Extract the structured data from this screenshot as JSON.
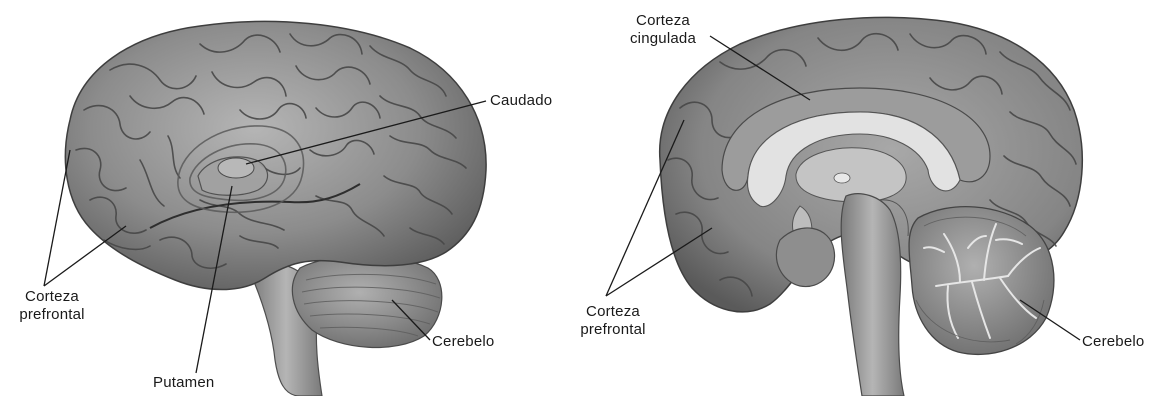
{
  "figures": [
    {
      "id": "lateral",
      "labels": {
        "caudado": "Caudado",
        "putamen": "Putamen",
        "cerebelo": "Cerebelo",
        "corteza_prefrontal": [
          "Corteza",
          "prefrontal"
        ]
      }
    },
    {
      "id": "medial",
      "labels": {
        "corteza_cingulada": [
          "Corteza",
          "cingulada"
        ],
        "corteza_prefrontal": [
          "Corteza",
          "prefrontal"
        ],
        "cerebelo": "Cerebelo"
      }
    }
  ],
  "colors": {
    "cortex": "#8a8a8a",
    "cortex_dark": "#5a5a5a",
    "cortex_light": "#b8b8b8",
    "cerebellum": "#9a9a9a",
    "white_matter": "#d9d9d9",
    "leader_line": "#1a1a1a",
    "text": "#1a1a1a",
    "background": "#ffffff"
  }
}
